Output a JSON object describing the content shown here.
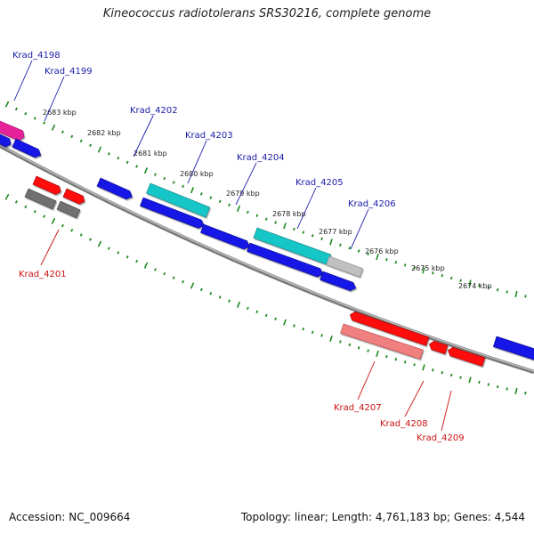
{
  "title": "Kineococcus radiotolerans SRS30216, complete genome",
  "footer": {
    "accession": "Accession: NC_009664",
    "summary": "Topology: linear; Length: 4,761,183 bp; Genes: 4,544"
  },
  "colors": {
    "backbone": "#7a7a7a",
    "tick": "#1f8a1f",
    "label_forward": "#1a1aaa",
    "label_reverse": "#cc1111"
  },
  "kbp_labels": [
    "2683 kbp",
    "2682 kbp",
    "2681 kbp",
    "2680 kbp",
    "2679 kbp",
    "2678 kbp",
    "2677 kbp",
    "2676 kbp",
    "2675 kbp",
    "2674 kbp"
  ],
  "gene_labels": [
    {
      "text": "Krad_4198",
      "strand": "forward"
    },
    {
      "text": "Krad_4199",
      "strand": "forward"
    },
    {
      "text": "Krad_4202",
      "strand": "forward"
    },
    {
      "text": "Krad_4203",
      "strand": "forward"
    },
    {
      "text": "Krad_4204",
      "strand": "forward"
    },
    {
      "text": "Krad_4205",
      "strand": "forward"
    },
    {
      "text": "Krad_4206",
      "strand": "forward"
    },
    {
      "text": "Krad_4201",
      "strand": "reverse"
    },
    {
      "text": "Krad_4207",
      "strand": "reverse"
    },
    {
      "text": "Krad_4208",
      "strand": "reverse"
    },
    {
      "text": "Krad_4209",
      "strand": "reverse"
    }
  ]
}
